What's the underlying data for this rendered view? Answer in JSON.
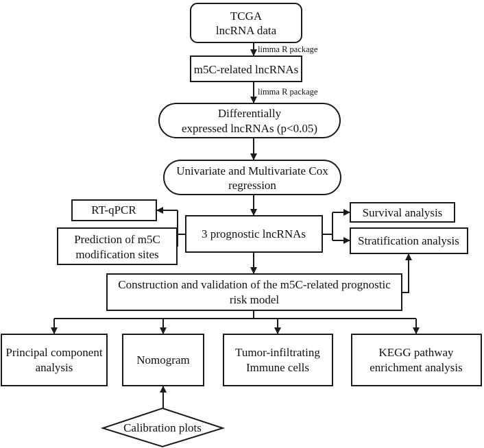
{
  "nodes": {
    "tcga": [
      "TCGA",
      "lncRNA data"
    ],
    "m5c_lncrnas": [
      "m5C-related lncRNAs"
    ],
    "diff_expr": [
      "Differentially",
      "expressed lncRNAs (p<0.05)"
    ],
    "cox": [
      "Univariate and Multivariate Cox",
      "regression"
    ],
    "rtqpcr": [
      "RT-qPCR"
    ],
    "prediction": [
      "Prediction of m5C",
      "modification sites"
    ],
    "prognostic": [
      "3 prognostic lncRNAs"
    ],
    "survival": [
      "Survival analysis"
    ],
    "stratification": [
      "Stratification analysis"
    ],
    "construction": [
      "Construction and validation of the m5C-related prognostic",
      "risk model"
    ],
    "pca": [
      "Principal component",
      "analysis"
    ],
    "nomogram": [
      "Nomogram"
    ],
    "tumor": [
      "Tumor-infiltrating",
      "Immune cells"
    ],
    "kegg": [
      "KEGG pathway",
      "enrichment analysis"
    ],
    "calibration": [
      "Calibration plots"
    ]
  },
  "edge_labels": {
    "limma_1": "limma R package",
    "limma_2": "limma R package"
  }
}
